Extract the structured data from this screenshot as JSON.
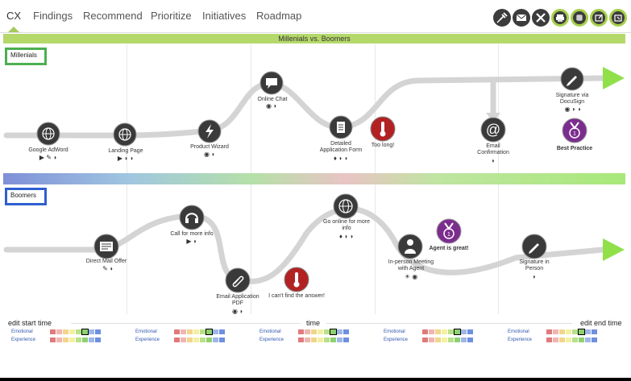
{
  "nav": {
    "tabs": [
      {
        "label": "CX",
        "active": true
      },
      {
        "label": "Findings"
      },
      {
        "label": "Recommend"
      },
      {
        "label": "Prioritize"
      },
      {
        "label": "Initiatives"
      },
      {
        "label": "Roadmap"
      }
    ],
    "toolbar_icons": [
      "pin-icon",
      "envelope-icon",
      "tools-icon",
      "print-icon",
      "grid-icon",
      "export-icon",
      "import-icon"
    ]
  },
  "banner": {
    "title": "Millenials vs. Boomers"
  },
  "lanes": {
    "millenials": {
      "label": "Millenials",
      "accent": "#4caf50",
      "nodes": [
        {
          "label": "Google AdWord",
          "icon": "globe-icon"
        },
        {
          "label": "Landing Page",
          "icon": "globe-icon"
        },
        {
          "label": "Product Wizard",
          "icon": "lightning-icon"
        },
        {
          "label": "Online Chat",
          "icon": "chat-icon"
        },
        {
          "label": "Detailed\nApplication Form",
          "icon": "clipboard-icon"
        },
        {
          "label": "Too long!",
          "icon": "thermometer-icon"
        },
        {
          "label": "Email\nConfirmation",
          "icon": "at-icon"
        },
        {
          "label": "Signature via\nDocuSign",
          "icon": "pen-icon"
        },
        {
          "label": "Best Practice",
          "icon": "medal-icon"
        }
      ]
    },
    "boomers": {
      "label": "Boomers",
      "accent": "#2f5fd0",
      "nodes": [
        {
          "label": "Direct Mail Offer",
          "icon": "mail-icon"
        },
        {
          "label": "Call for more info",
          "icon": "headphones-icon"
        },
        {
          "label": "Email Application\nPDF",
          "icon": "paperclip-icon"
        },
        {
          "label": "I can't find the answer!",
          "icon": "thermometer-icon"
        },
        {
          "label": "Go online for more\ninfo",
          "icon": "globe-icon"
        },
        {
          "label": "Agent is great!",
          "icon": "medal-icon"
        },
        {
          "label": "In-person Meeting\nwith Agent",
          "icon": "person-icon"
        },
        {
          "label": "Signature in\nPerson",
          "icon": "pen-icon"
        }
      ]
    }
  },
  "footer": {
    "edit_start": "edit start time",
    "time": "time",
    "edit_end": "edit end time",
    "emotional": "Emotional",
    "experience": "Experience"
  },
  "colors": {
    "path": "#d4d4d4",
    "node": "#3a3a3a",
    "pain": "#b22222",
    "badge": "#7b2d8e",
    "arrow": "#90e04a",
    "banner": "#b5d86a"
  }
}
